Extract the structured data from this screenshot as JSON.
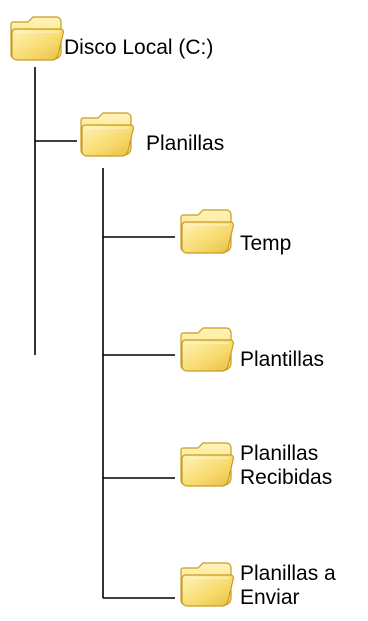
{
  "tree": {
    "root": {
      "label": "Disco Local (C:)",
      "icon": "folder-icon"
    },
    "level1": {
      "label": "Planillas",
      "icon": "folder-icon"
    },
    "children": [
      {
        "lines": [
          "Temp"
        ],
        "icon": "folder-icon"
      },
      {
        "lines": [
          "Plantillas"
        ],
        "icon": "folder-icon"
      },
      {
        "lines": [
          "Planillas",
          "Recibidas"
        ],
        "icon": "folder-icon"
      },
      {
        "lines": [
          "Planillas a",
          "Enviar"
        ],
        "icon": "folder-icon"
      }
    ]
  },
  "colors": {
    "folder_light": "#fff3b8",
    "folder_mid": "#f8dc72",
    "folder_dark": "#e8bf44",
    "folder_outline": "#c99b23",
    "connector": "#000000"
  }
}
